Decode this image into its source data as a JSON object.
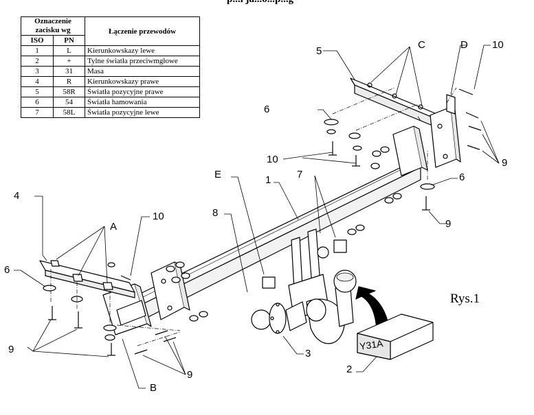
{
  "title_fragment": "p...i ja...o...p...g",
  "table": {
    "headers": {
      "oznaczenie": "Oznaczenie zacisku wg",
      "iso": "ISO",
      "pn": "PN",
      "laczenie": "Łączenie przewodów"
    },
    "rows": [
      {
        "iso": "1",
        "pn": "L",
        "desc": "Kierunkowskazy lewe"
      },
      {
        "iso": "2",
        "pn": "+",
        "desc": "Tylne światła przeciwmgłowe"
      },
      {
        "iso": "3",
        "pn": "31",
        "desc": "Masa"
      },
      {
        "iso": "4",
        "pn": "R",
        "desc": "Kierunkowskazy prawe"
      },
      {
        "iso": "5",
        "pn": "58R",
        "desc": "Światła pozycyjne prawe"
      },
      {
        "iso": "6",
        "pn": "54",
        "desc": "Światła hamowania"
      },
      {
        "iso": "7",
        "pn": "58L",
        "desc": "Światła pozycyjne lewe"
      }
    ]
  },
  "labels": {
    "l1": "1",
    "l2": "2",
    "l3": "3",
    "l4": "4",
    "l5": "5",
    "l6a": "6",
    "l6b": "6",
    "l6c": "6",
    "l7": "7",
    "l8": "8",
    "l9a": "9",
    "l9b": "9",
    "l9c": "9",
    "l9d": "9",
    "l10a": "10",
    "l10b": "10",
    "l10c": "10",
    "A": "A",
    "B": "B",
    "C": "C",
    "D": "D",
    "E": "E"
  },
  "box_label": "Y31A",
  "figure_caption": "Rys.1"
}
